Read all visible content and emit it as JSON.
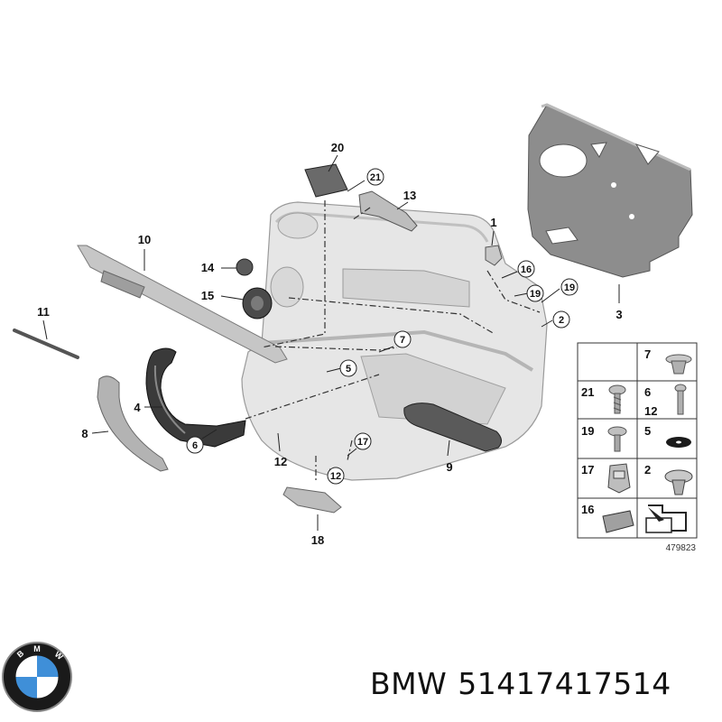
{
  "diagram": {
    "callouts": [
      "20",
      "21",
      "13",
      "10",
      "14",
      "15",
      "11",
      "1",
      "16",
      "19",
      "19",
      "2",
      "3",
      "7",
      "5",
      "4",
      "8",
      "6",
      "12",
      "17",
      "12",
      "9",
      "18"
    ],
    "grid": [
      {
        "a": "7",
        "b": ""
      },
      {
        "a": "21",
        "b": "6"
      },
      {
        "a": "",
        "b": "12"
      },
      {
        "a": "19",
        "b": "5"
      },
      {
        "a": "17",
        "b": "2"
      },
      {
        "a": "16",
        "b": ""
      }
    ],
    "diagram_number": "479823"
  },
  "logo": {
    "letters": [
      "B",
      "M",
      "W"
    ]
  },
  "caption": {
    "brand": "BMW",
    "part_number": "51417417514"
  },
  "colors": {
    "panel": "#e6e6e6",
    "panel_dark": "#c9c9c9",
    "insulation": "#8d8d8d",
    "armrest": "#5a5a5a",
    "trim": "#b7b7b7",
    "logo_blue": "#3f8fd8",
    "logo_black": "#1a1a1a"
  }
}
